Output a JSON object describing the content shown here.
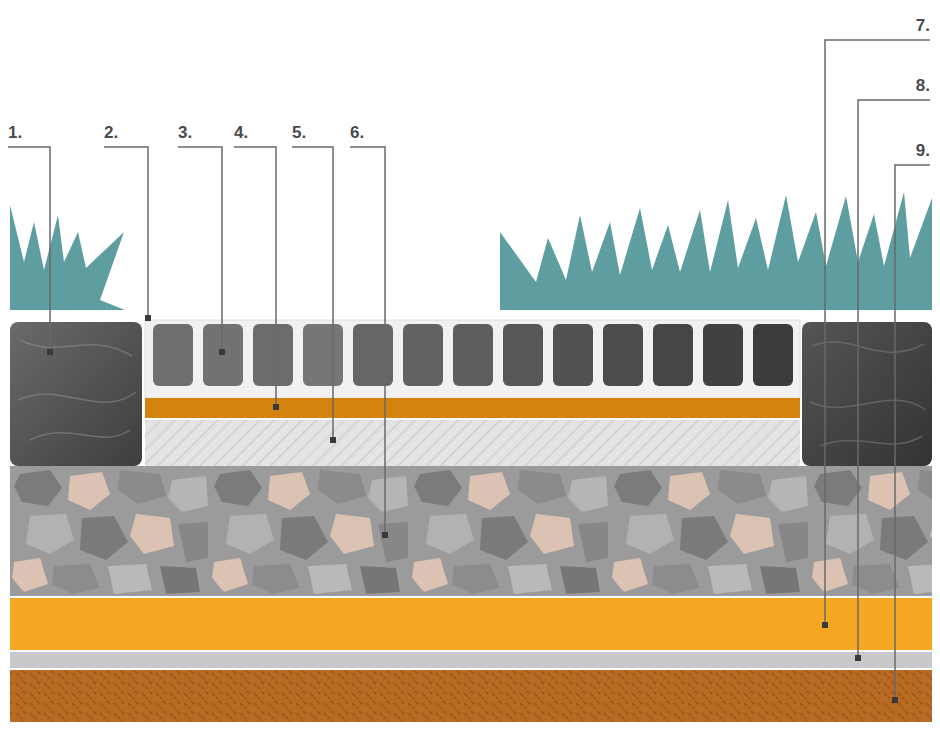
{
  "diagram": {
    "labels": [
      "1.",
      "2.",
      "3.",
      "4.",
      "5.",
      "6.",
      "7.",
      "8.",
      "9."
    ]
  }
}
